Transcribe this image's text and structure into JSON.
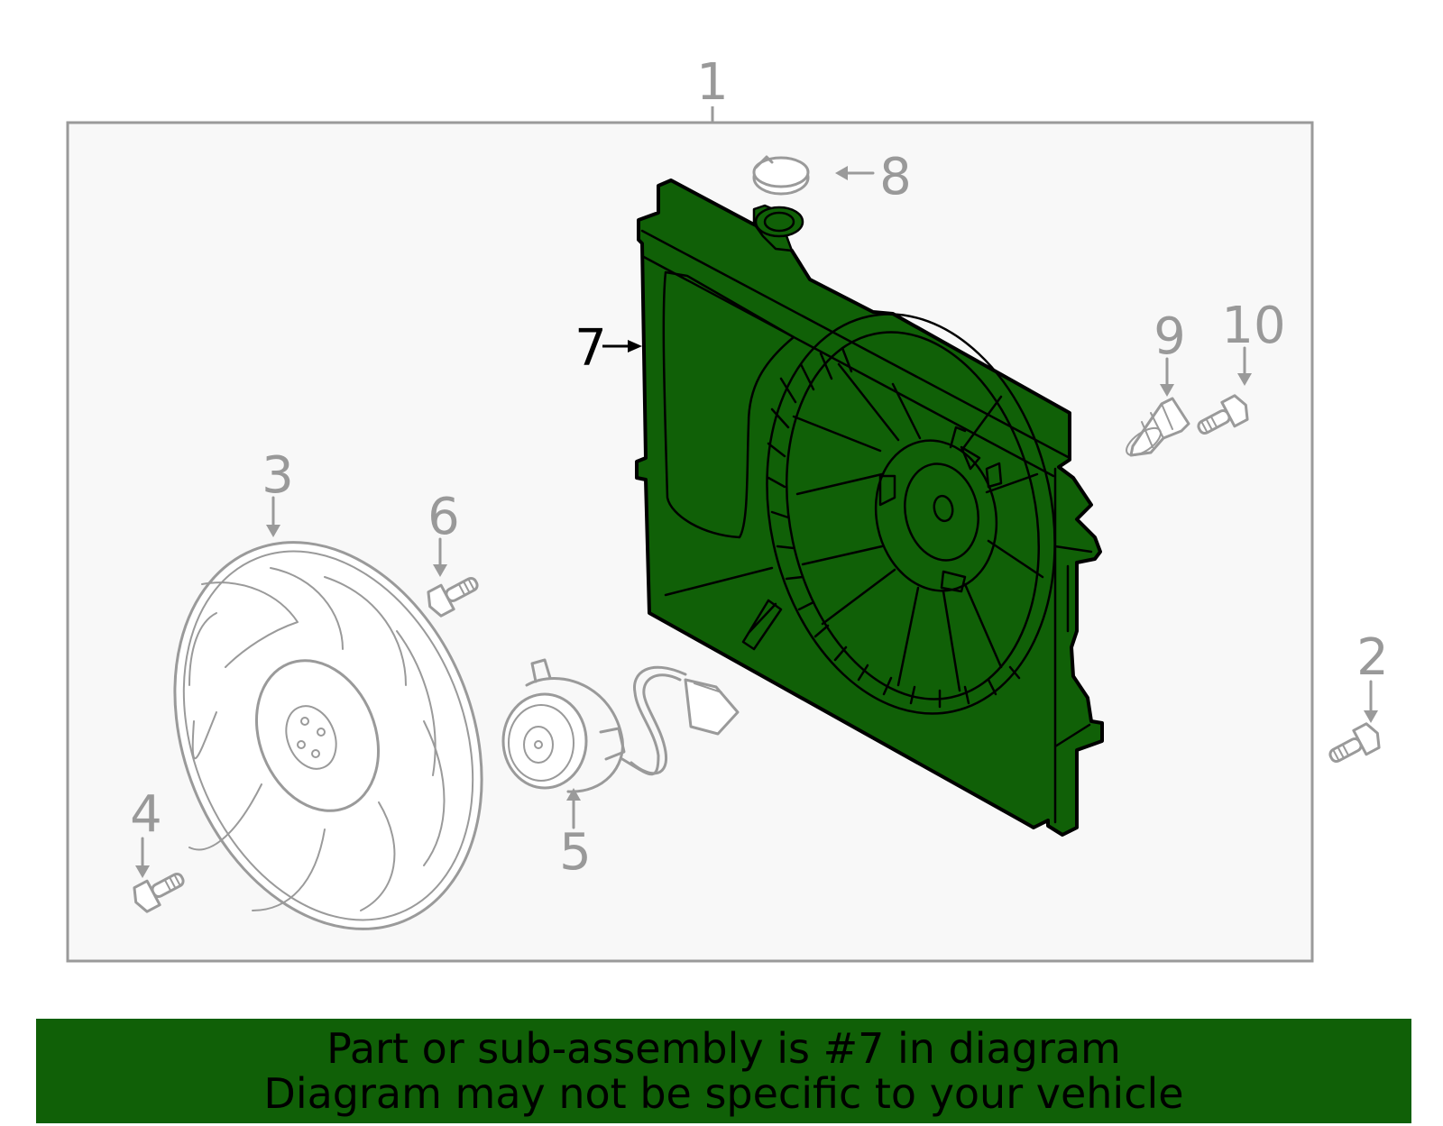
{
  "callouts": {
    "c1": "1",
    "c2": "2",
    "c3": "3",
    "c4": "4",
    "c5": "5",
    "c6": "6",
    "c7": "7",
    "c8": "8",
    "c9": "9",
    "c10": "10"
  },
  "highlighted_part": "7",
  "banner": {
    "line1": "Part or sub-assembly is #7 in diagram",
    "line2": "Diagram may not be specific to your vehicle"
  },
  "colors": {
    "highlight": "#106007",
    "outline_gray": "#9a9a9a",
    "panel_background": "#f8f8f8",
    "banner_text": "#000000"
  },
  "icons": [
    "fan-blade-icon",
    "fan-motor-icon",
    "bolt-icon",
    "cap-icon",
    "clip-icon",
    "fan-shroud-icon"
  ]
}
